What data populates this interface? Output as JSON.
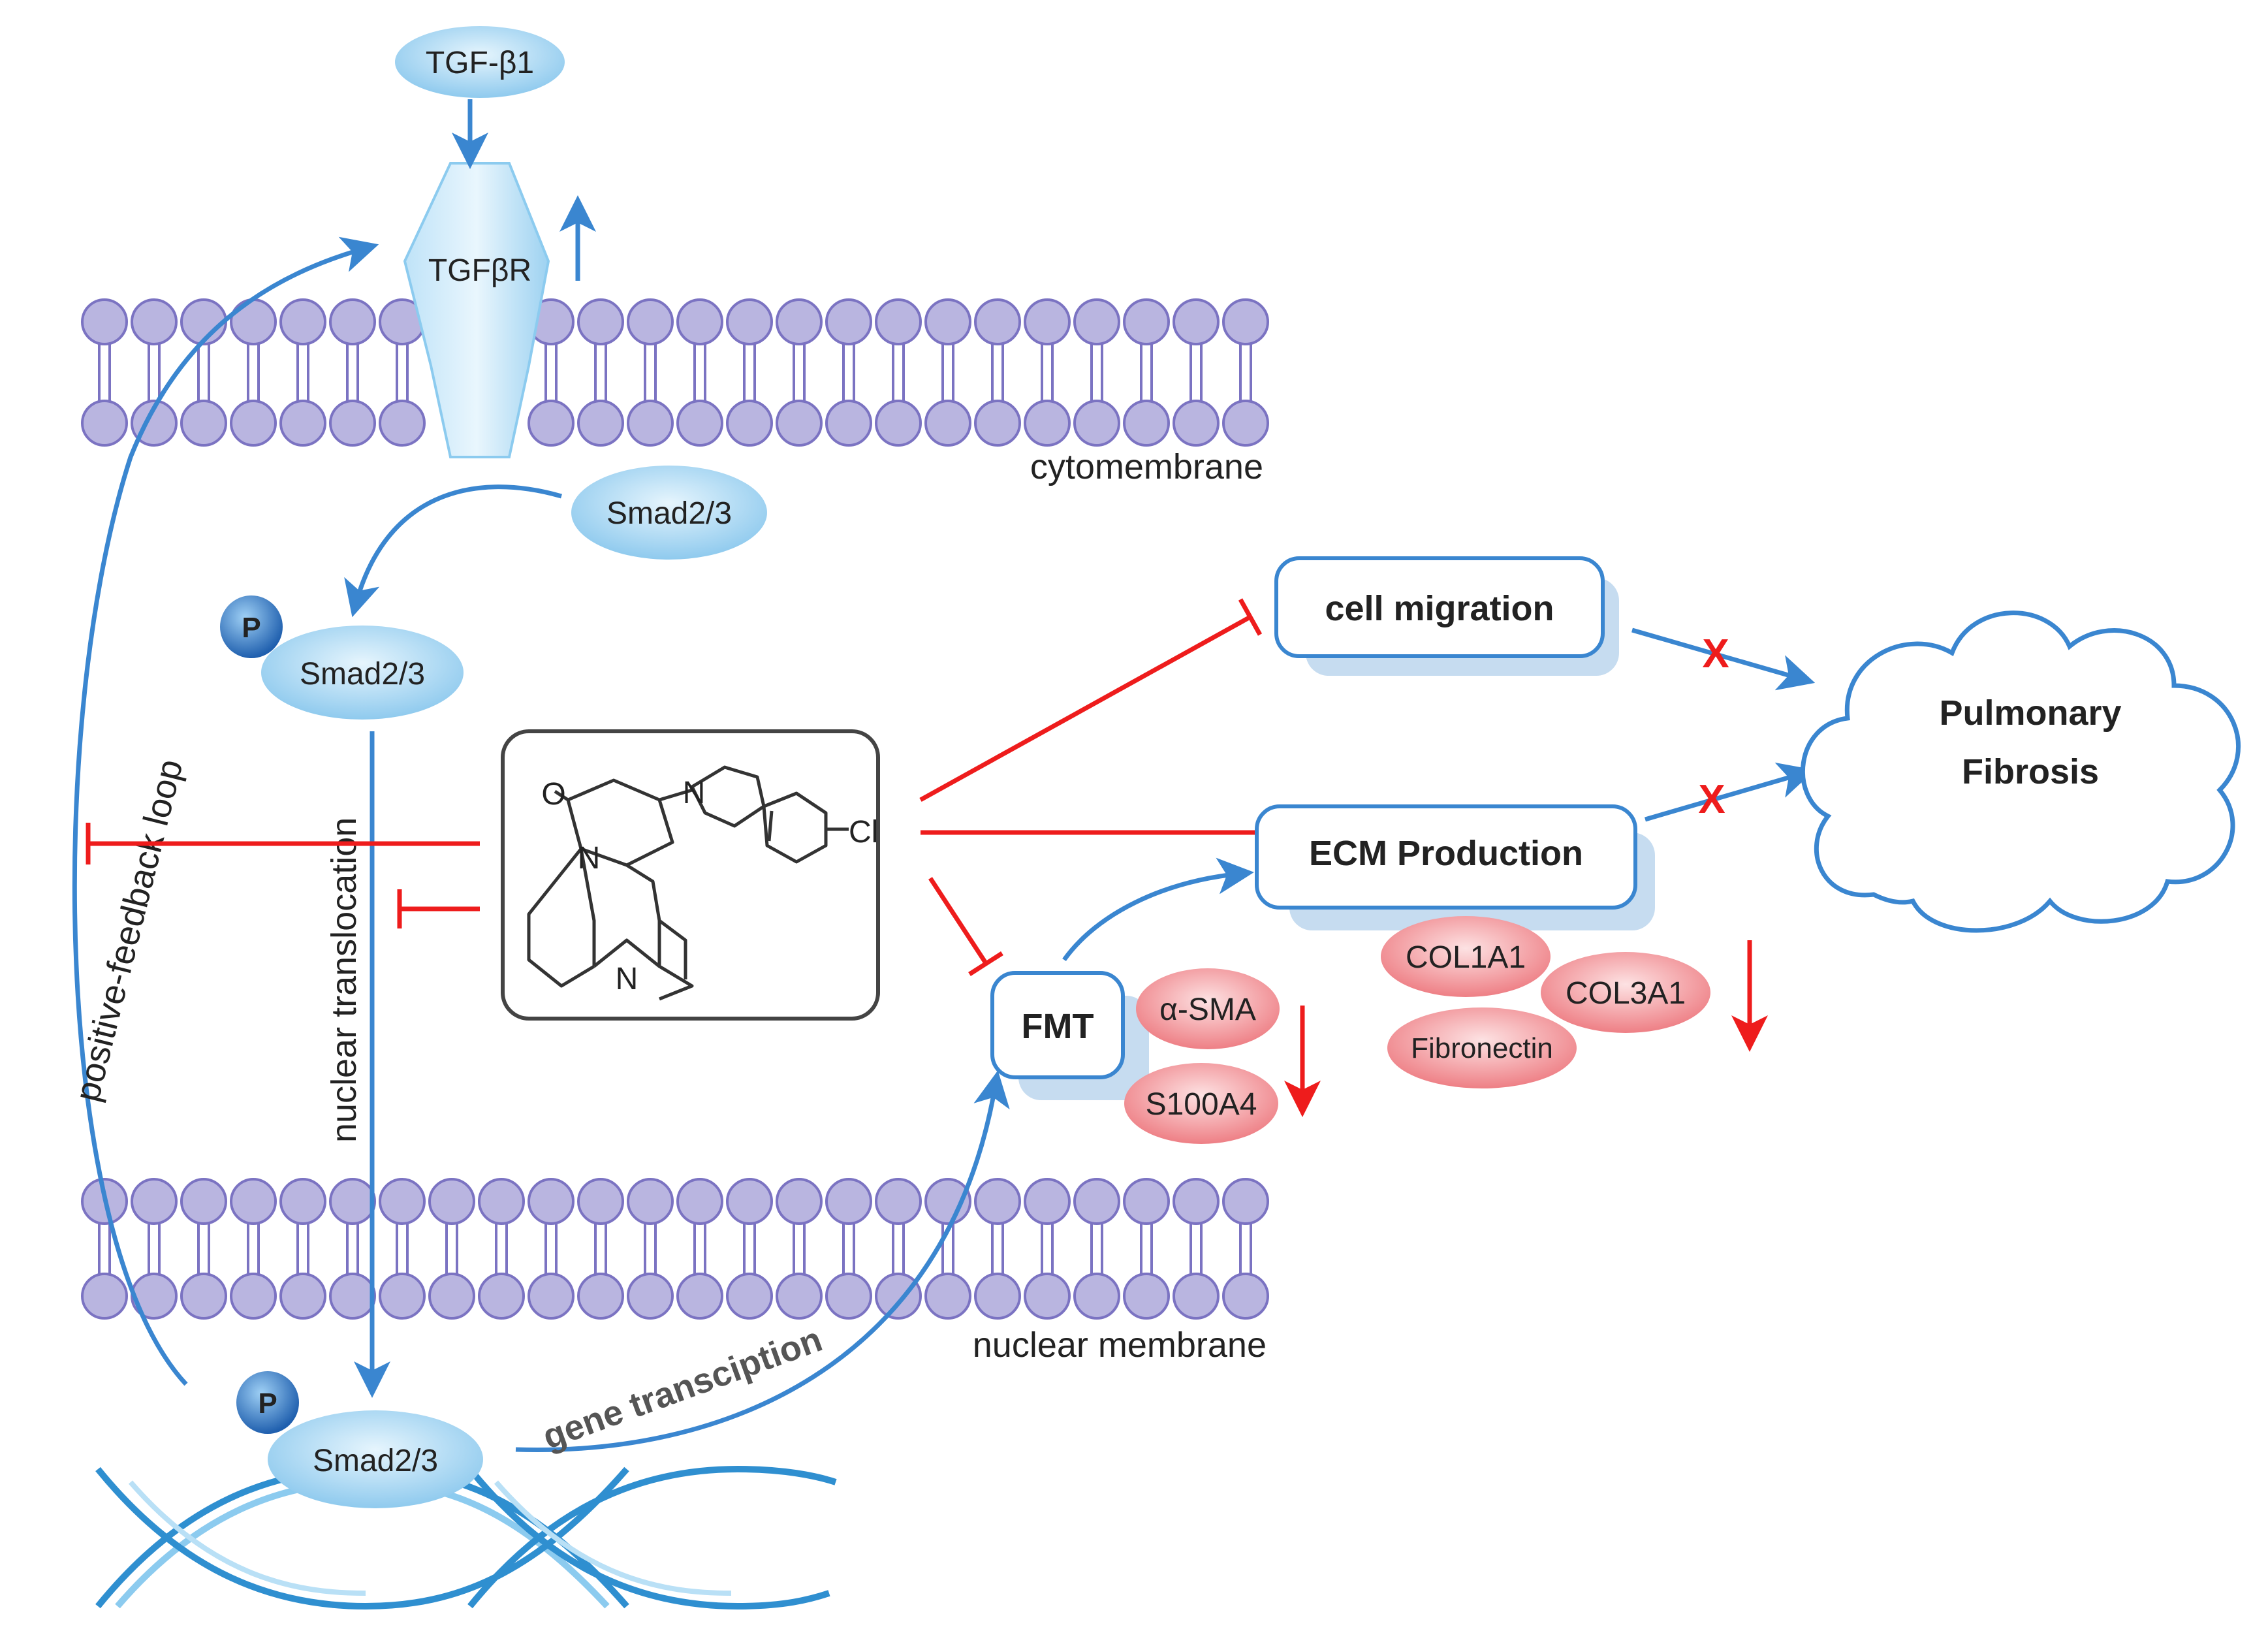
{
  "labels": {
    "tgf_beta1": "TGF-β1",
    "tgf_beta_r": "TGFβR",
    "smad_top": "Smad2/3",
    "smad_p": "Smad2/3",
    "smad_dna": "Smad2/3",
    "p1": "P",
    "p2": "P",
    "cytomembrane": "cytomembrane",
    "nuclear_membrane": "nuclear membrane",
    "positive_feedback": "positive-feedback loop",
    "nuclear_translocation": "nuclear translocation",
    "gene_transcription": "gene transciption",
    "cell_migration": "cell migration",
    "ecm_production": "ECM Production",
    "fmt": "FMT",
    "alpha_sma": "α-SMA",
    "s100a4": "S100A4",
    "col1a1": "COL1A1",
    "col3a1": "COL3A1",
    "fibronectin": "Fibronectin",
    "pulmonary": "Pulmonary",
    "fibrosis": "Fibrosis",
    "mol_o": "O",
    "mol_n1": "N",
    "mol_n2": "N",
    "mol_n3": "N",
    "mol_cl": "Cl",
    "x1": "X",
    "x2": "X"
  },
  "colors": {
    "blue_arrow": "#3a86d0",
    "inhibition_red": "#ee1c1c",
    "protein_blue": "#9fd3f1",
    "marker_red": "#f08f94",
    "membrane_purple": "#b9b5e0"
  }
}
